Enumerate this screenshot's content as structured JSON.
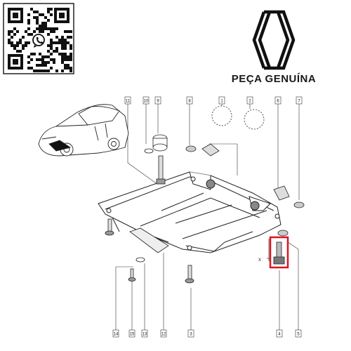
{
  "brand": {
    "logo_name": "renault-diamond-logo",
    "tagline": "PEÇA GENUÍNA"
  },
  "qr": {
    "icon": "whatsapp-icon"
  },
  "diagram": {
    "callouts_top": [
      "11",
      "10",
      "9",
      "8",
      "1",
      "2",
      "6",
      "7"
    ],
    "callouts_bottom": [
      "14",
      "15",
      "13",
      "12",
      "3",
      "4",
      "5"
    ],
    "dimension_label": "X",
    "highlight_color": "#e0141e"
  }
}
